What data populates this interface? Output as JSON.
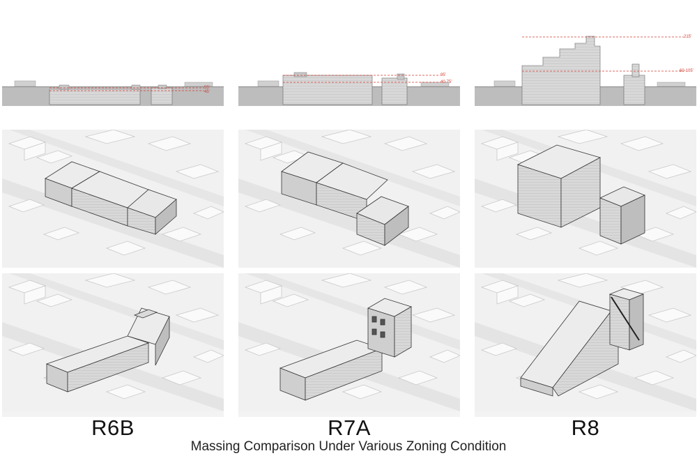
{
  "figure": {
    "caption": "Massing Comparison Under Various Zoning Condition",
    "accent_color": "#d23a2f",
    "columns": [
      {
        "zone": "R6B",
        "height_labels": [
          "55'",
          "45'"
        ]
      },
      {
        "zone": "R7A",
        "height_labels": [
          "95'",
          "40-75'"
        ]
      },
      {
        "zone": "R8",
        "height_labels": [
          "215'",
          "60-105'"
        ]
      }
    ]
  }
}
